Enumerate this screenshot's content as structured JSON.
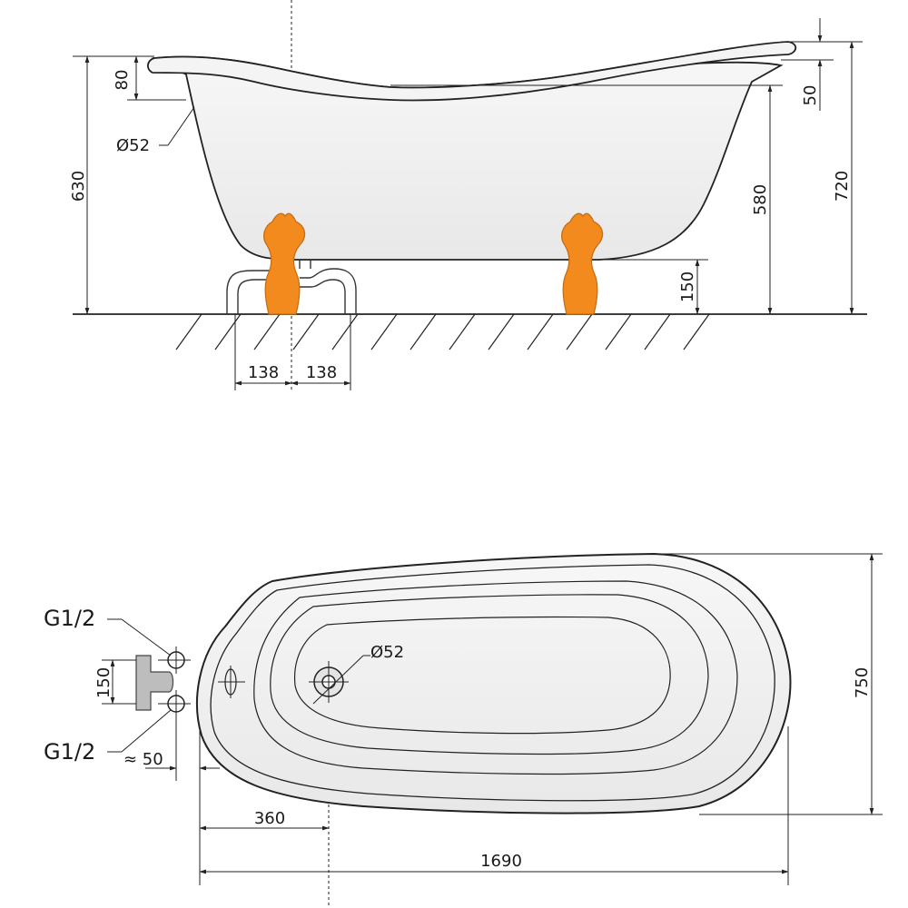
{
  "side_view": {
    "dimensions": {
      "rim_height": "80",
      "overflow_diameter": "Ø52",
      "height_630": "630",
      "rim_depth": "50",
      "height_580": "580",
      "height_720": "720",
      "leg_height": "150",
      "drain_offset_left": "138",
      "drain_offset_right": "138"
    }
  },
  "top_view": {
    "labels": {
      "tap_top": "G1/2",
      "tap_bottom": "G1/2"
    },
    "dimensions": {
      "tap_spacing": "150",
      "tap_offset": "≈ 50",
      "drain_diameter": "Ø52",
      "drain_from_end": "360",
      "total_length": "1690",
      "total_width": "750"
    }
  },
  "colors": {
    "line": "#222222",
    "tub_fill": "#efefef",
    "leg_fill": "#f28a1e",
    "leg_stroke": "#c56a10"
  }
}
